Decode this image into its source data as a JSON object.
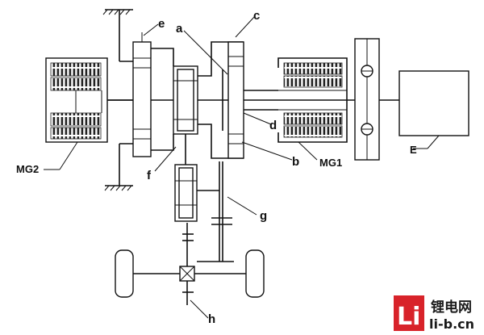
{
  "labels": {
    "a": "a",
    "b": "b",
    "c": "c",
    "d": "d",
    "e": "e",
    "f": "f",
    "g": "g",
    "h": "h",
    "mg1": "MG1",
    "mg2": "MG2",
    "engine": "E"
  },
  "watermark": {
    "logo_letters": "Li",
    "title": "锂电网",
    "url": "li-b.cn"
  },
  "colors": {
    "line": "#111111",
    "logo_red": "#d8232a"
  }
}
